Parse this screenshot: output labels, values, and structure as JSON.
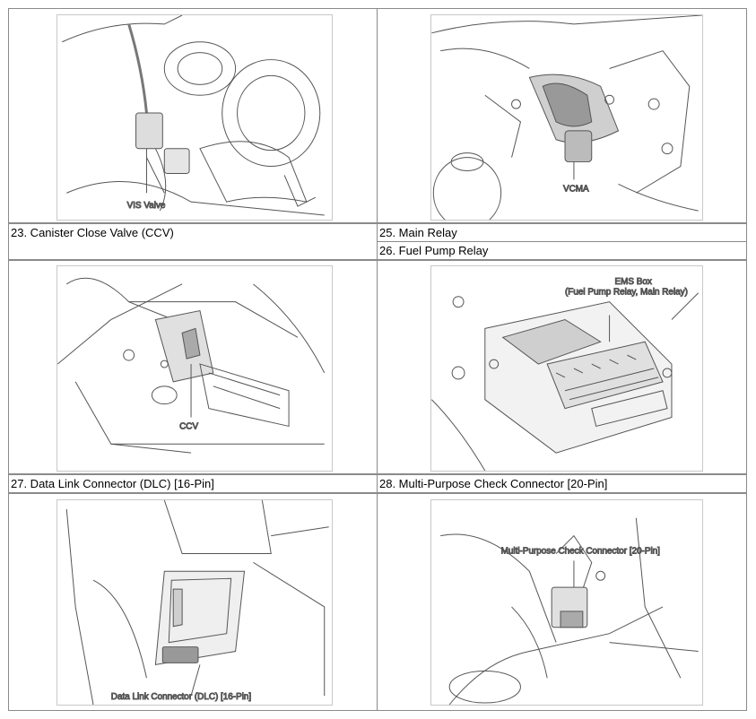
{
  "rows": [
    {
      "left": {
        "caption_lines": [],
        "callout": "VIS Valve"
      },
      "right": {
        "caption_lines": [],
        "callout": "VCMA"
      }
    },
    {
      "left": {
        "caption_lines": [
          "23. Canister Close Valve (CCV)"
        ],
        "callout": "CCV"
      },
      "right": {
        "caption_lines": [
          "25. Main Relay",
          "26. Fuel Pump Relay"
        ],
        "callout_line1": "EMS Box",
        "callout_line2": "(Fuel Pump Relay, Main Relay)"
      }
    },
    {
      "left": {
        "caption_lines": [
          "27. Data Link Connector (DLC) [16-Pin]"
        ],
        "callout": "Data Link Connector (DLC) [16-Pin]"
      },
      "right": {
        "caption_lines": [
          "28. Multi-Purpose Check Connector [20-Pin]"
        ],
        "callout": "Multi-Purpose Check Connector [20-Pin]"
      }
    }
  ]
}
